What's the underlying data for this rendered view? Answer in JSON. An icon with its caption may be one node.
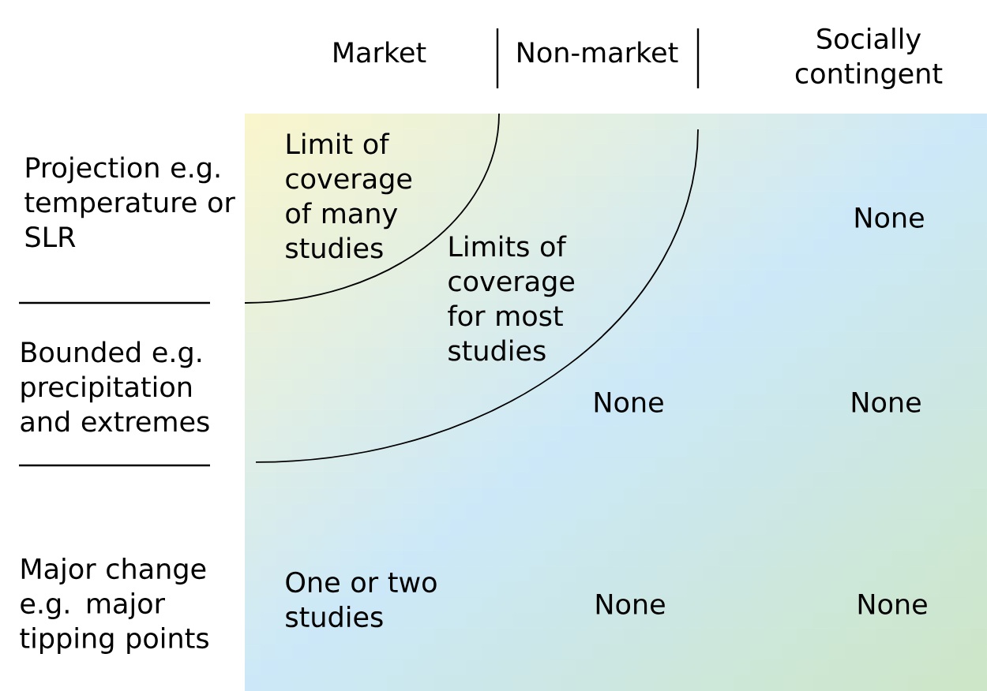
{
  "diagram": {
    "labels": [
      "Market",
      "Non-market",
      "Socially contingent",
      "Projection e.g. temperature or SLR",
      "Limit of coverage of many studies",
      "None",
      "Limits of coverage for most studies",
      "Bounded e.g. precipitation and extremes",
      "None",
      "None",
      "Major change e.g. major tipping points",
      "One or two studies",
      "None",
      "None"
    ]
  }
}
